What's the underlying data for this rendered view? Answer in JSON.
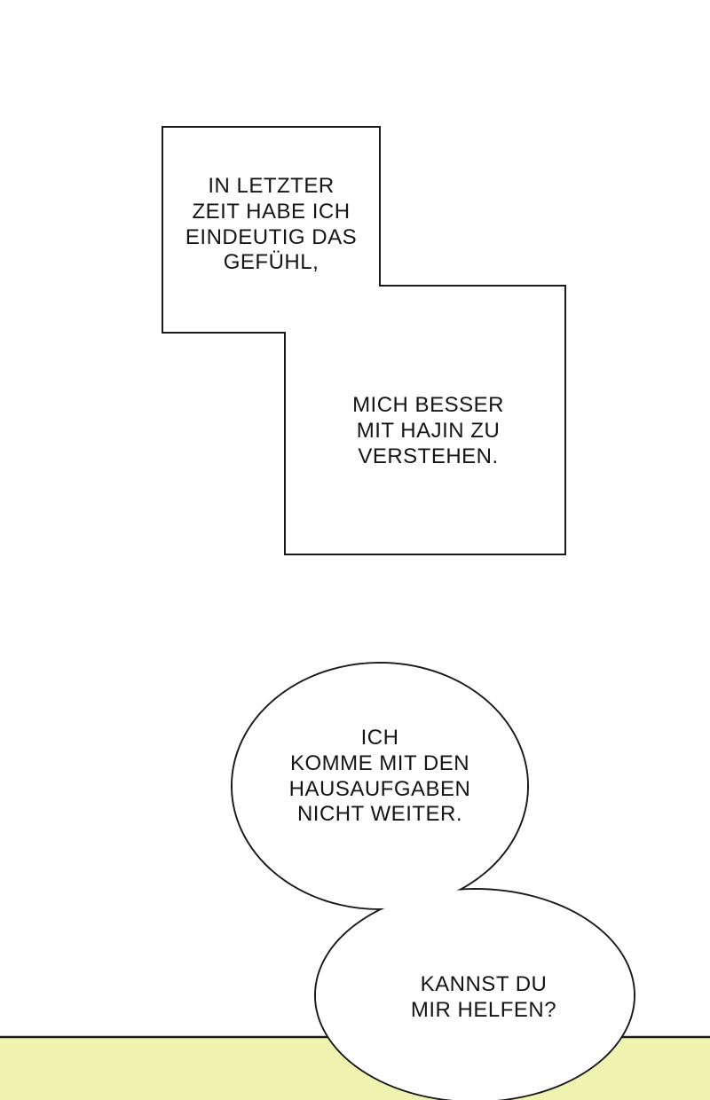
{
  "panel": {
    "background_color": "#ffffff",
    "outline_color": "#1a1a1a",
    "next_panel_color": "#eef4b0"
  },
  "narration": {
    "left_text": "IN LETZTER\nZEIT HABE ICH\nEINDEUTIG DAS\nGEFÜHL,",
    "right_text": "MICH BESSER\nMIT HAJIN ZU\nVERSTEHEN."
  },
  "speech": {
    "bubble1_text": "ICH\nKOMME MIT DEN\nHAUSAUFGABEN\nNICHT WEITER.",
    "bubble2_text": "KANNST DU\nMIR HELFEN?"
  }
}
